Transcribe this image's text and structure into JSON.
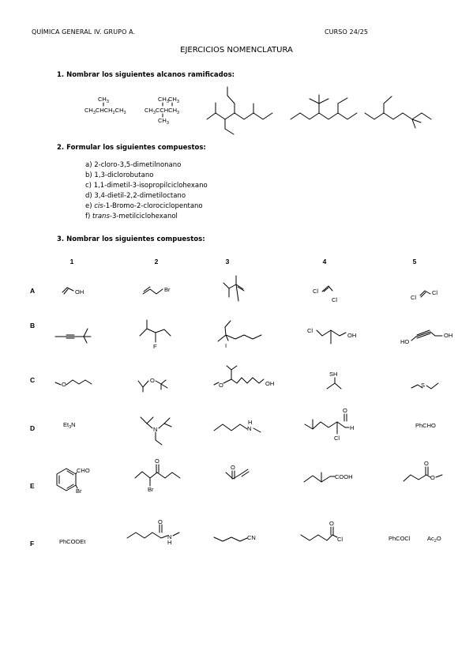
{
  "header": {
    "left": "QUÍMICA GENERAL IV. GRUPO A.",
    "right": "CURSO 24/25"
  },
  "title": "EJERCICIOS NOMENCLATURA",
  "section1": {
    "heading": "1. Nombrar los siguientes alcanos ramificados:"
  },
  "section2": {
    "heading": "2. Formular los siguientes compuestos:",
    "items": [
      "a) 2-cloro-3,5-dimetilnonano",
      "b) 1,3-diclorobutano",
      "c) 1,1-dimetil-3-isopropilciclohexano",
      "d) 3,4-dietil-2,2-dimetiloctano",
      {
        "prefix": "e) ",
        "italic": "cis",
        "rest": "-1-Bromo-2-clorociclopentano"
      },
      {
        "prefix": "f) ",
        "italic": "trans",
        "rest": "-3-metilciclohexanol"
      }
    ]
  },
  "section3": {
    "heading": "3. Nombrar los siguientes compuestos:",
    "columns": [
      "1",
      "2",
      "3",
      "4",
      "5"
    ],
    "rows": [
      "A",
      "B",
      "C",
      "D",
      "E",
      "F"
    ]
  },
  "labels": {
    "OH": "OH",
    "Br": "Br",
    "Cl": "Cl",
    "F": "F",
    "I": "I",
    "SH": "SH",
    "S": "S",
    "O": "O",
    "N": "N",
    "H": "H",
    "HO": "HO",
    "CN": "CN",
    "CHO": "CHO",
    "COOH": "COOH",
    "CH3": "CH",
    "C": "C",
    "CH": "CH",
    "CH2": "CH",
    "three": "3",
    "two": "2",
    "Et3N": "Et",
    "PhCHO": "PhCHO",
    "PhCOOEt": "PhCOOEt",
    "PhCOCl": "PhCOCl",
    "Ac2O": "Ac",
    "O_sym": "O"
  }
}
